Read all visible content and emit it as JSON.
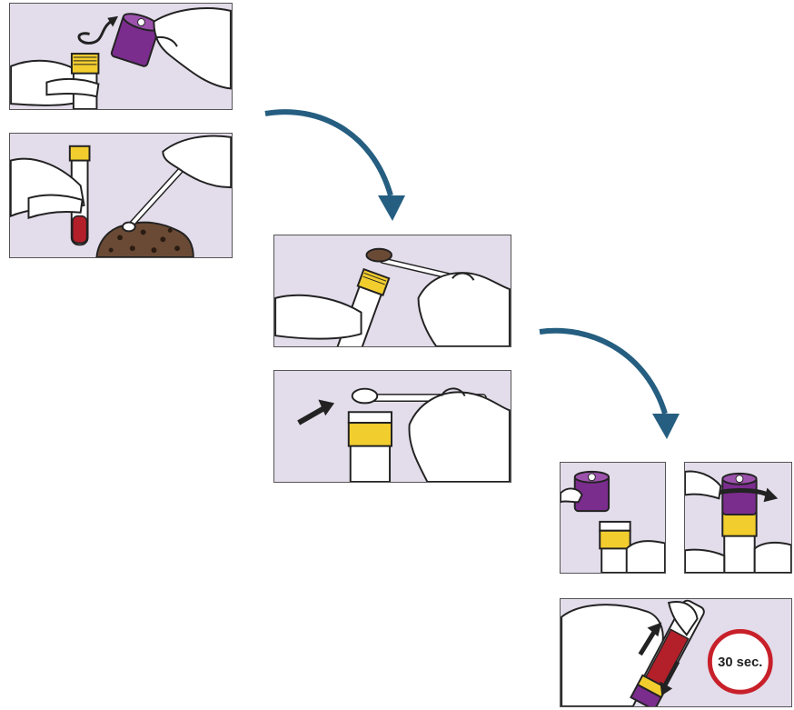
{
  "steps": [
    {
      "id": "remove-cap"
    },
    {
      "id": "collect-sample"
    },
    {
      "id": "tube-and-spoon"
    },
    {
      "id": "insert-spoon"
    },
    {
      "id": "cap-ready"
    },
    {
      "id": "screw-cap"
    },
    {
      "id": "shake-tube"
    }
  ],
  "timer": {
    "label": "30 sec."
  },
  "colors": {
    "panel_background": "#e3dcea",
    "cap_purple": "#7b2d8e",
    "tube_ring_yellow": "#f2cd2e",
    "sample_brown": "#6b4a35",
    "liquid_red": "#b3202a",
    "flow_arrow_blue": "#255e80",
    "timer_ring_red": "#c8202a"
  },
  "icons": [
    "twist-arrow-icon",
    "push-arrow-icon",
    "rotate-arrow-icon",
    "shake-arrows-icon",
    "timer-icon"
  ]
}
